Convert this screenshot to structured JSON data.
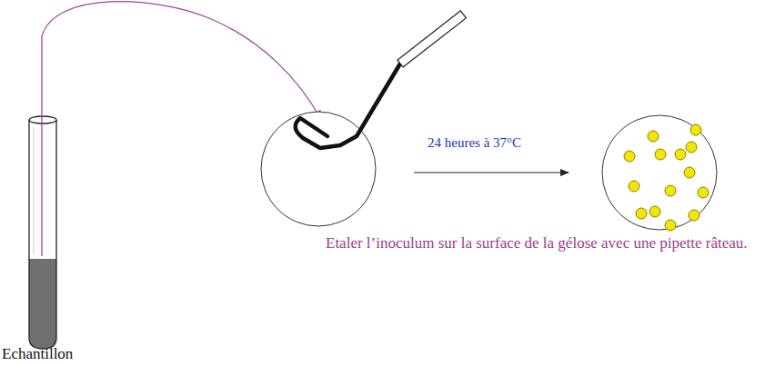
{
  "diagram": {
    "labels": [
      "Echantillon",
      "24 heures à 37°C",
      "Etaler l’inoculum sur la surface de la gélose avec une pipette râteau."
    ]
  }
}
